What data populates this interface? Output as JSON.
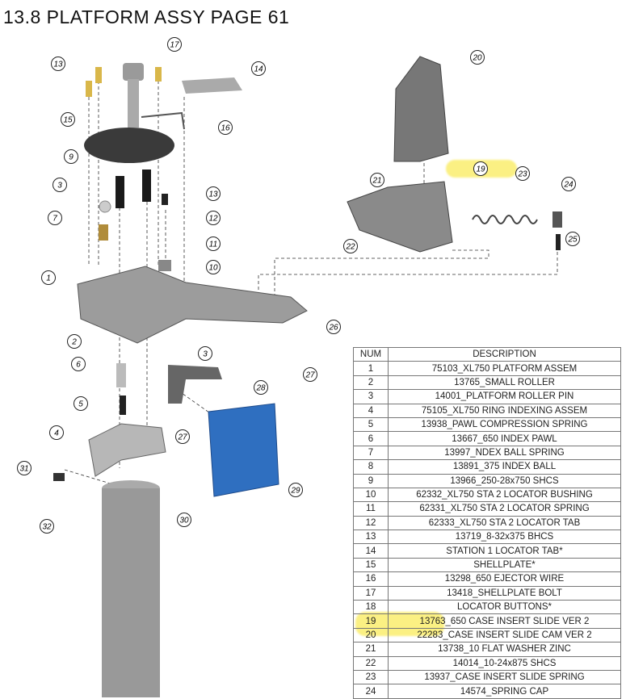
{
  "title": "13.8 PLATFORM ASSY PAGE 61",
  "table": {
    "headers": {
      "num": "NUM",
      "description": "DESCRIPTION"
    },
    "rows": [
      {
        "num": "1",
        "description": "75103_XL750 PLATFORM ASSEM"
      },
      {
        "num": "2",
        "description": "13765_SMALL ROLLER"
      },
      {
        "num": "3",
        "description": "14001_PLATFORM ROLLER PIN"
      },
      {
        "num": "4",
        "description": "75105_XL750 RING INDEXING ASSEM"
      },
      {
        "num": "5",
        "description": "13938_PAWL COMPRESSION SPRING"
      },
      {
        "num": "6",
        "description": "13667_650 INDEX PAWL"
      },
      {
        "num": "7",
        "description": "13997_NDEX BALL SPRING"
      },
      {
        "num": "8",
        "description": "13891_375 INDEX BALL"
      },
      {
        "num": "9",
        "description": "13966_250-28x750 SHCS"
      },
      {
        "num": "10",
        "description": "62332_XL750 STA 2 LOCATOR BUSHING"
      },
      {
        "num": "11",
        "description": "62331_XL750 STA 2 LOCATOR SPRING"
      },
      {
        "num": "12",
        "description": "62333_XL750 STA 2 LOCATOR TAB"
      },
      {
        "num": "13",
        "description": "13719_8-32x375 BHCS"
      },
      {
        "num": "14",
        "description": "STATION 1 LOCATOR TAB*"
      },
      {
        "num": "15",
        "description": "SHELLPLATE*"
      },
      {
        "num": "16",
        "description": "13298_650 EJECTOR WIRE"
      },
      {
        "num": "17",
        "description": "13418_SHELLPLATE BOLT"
      },
      {
        "num": "18",
        "description": "LOCATOR BUTTONS*"
      },
      {
        "num": "19",
        "description": "13763_650 CASE INSERT SLIDE VER 2"
      },
      {
        "num": "20",
        "description": "22283_CASE INSERT SLIDE CAM VER 2"
      },
      {
        "num": "21",
        "description": "13738_10 FLAT WASHER ZINC"
      },
      {
        "num": "22",
        "description": "14014_10-24x875 SHCS"
      },
      {
        "num": "23",
        "description": "13937_CASE INSERT SLIDE SPRING"
      },
      {
        "num": "24",
        "description": "14574_SPRING CAP"
      }
    ]
  },
  "callouts": [
    "13",
    "17",
    "14",
    "15",
    "16",
    "9",
    "3",
    "13",
    "12",
    "7",
    "11",
    "10",
    "1",
    "2",
    "3",
    "26",
    "27",
    "6",
    "28",
    "5",
    "4",
    "27",
    "31",
    "29",
    "30",
    "32",
    "20",
    "19",
    "23",
    "21",
    "24",
    "22",
    "25"
  ],
  "colors": {
    "highlight": "#f7e55a",
    "bin": "#2f6fc0",
    "metal": "#8a8a8a"
  }
}
